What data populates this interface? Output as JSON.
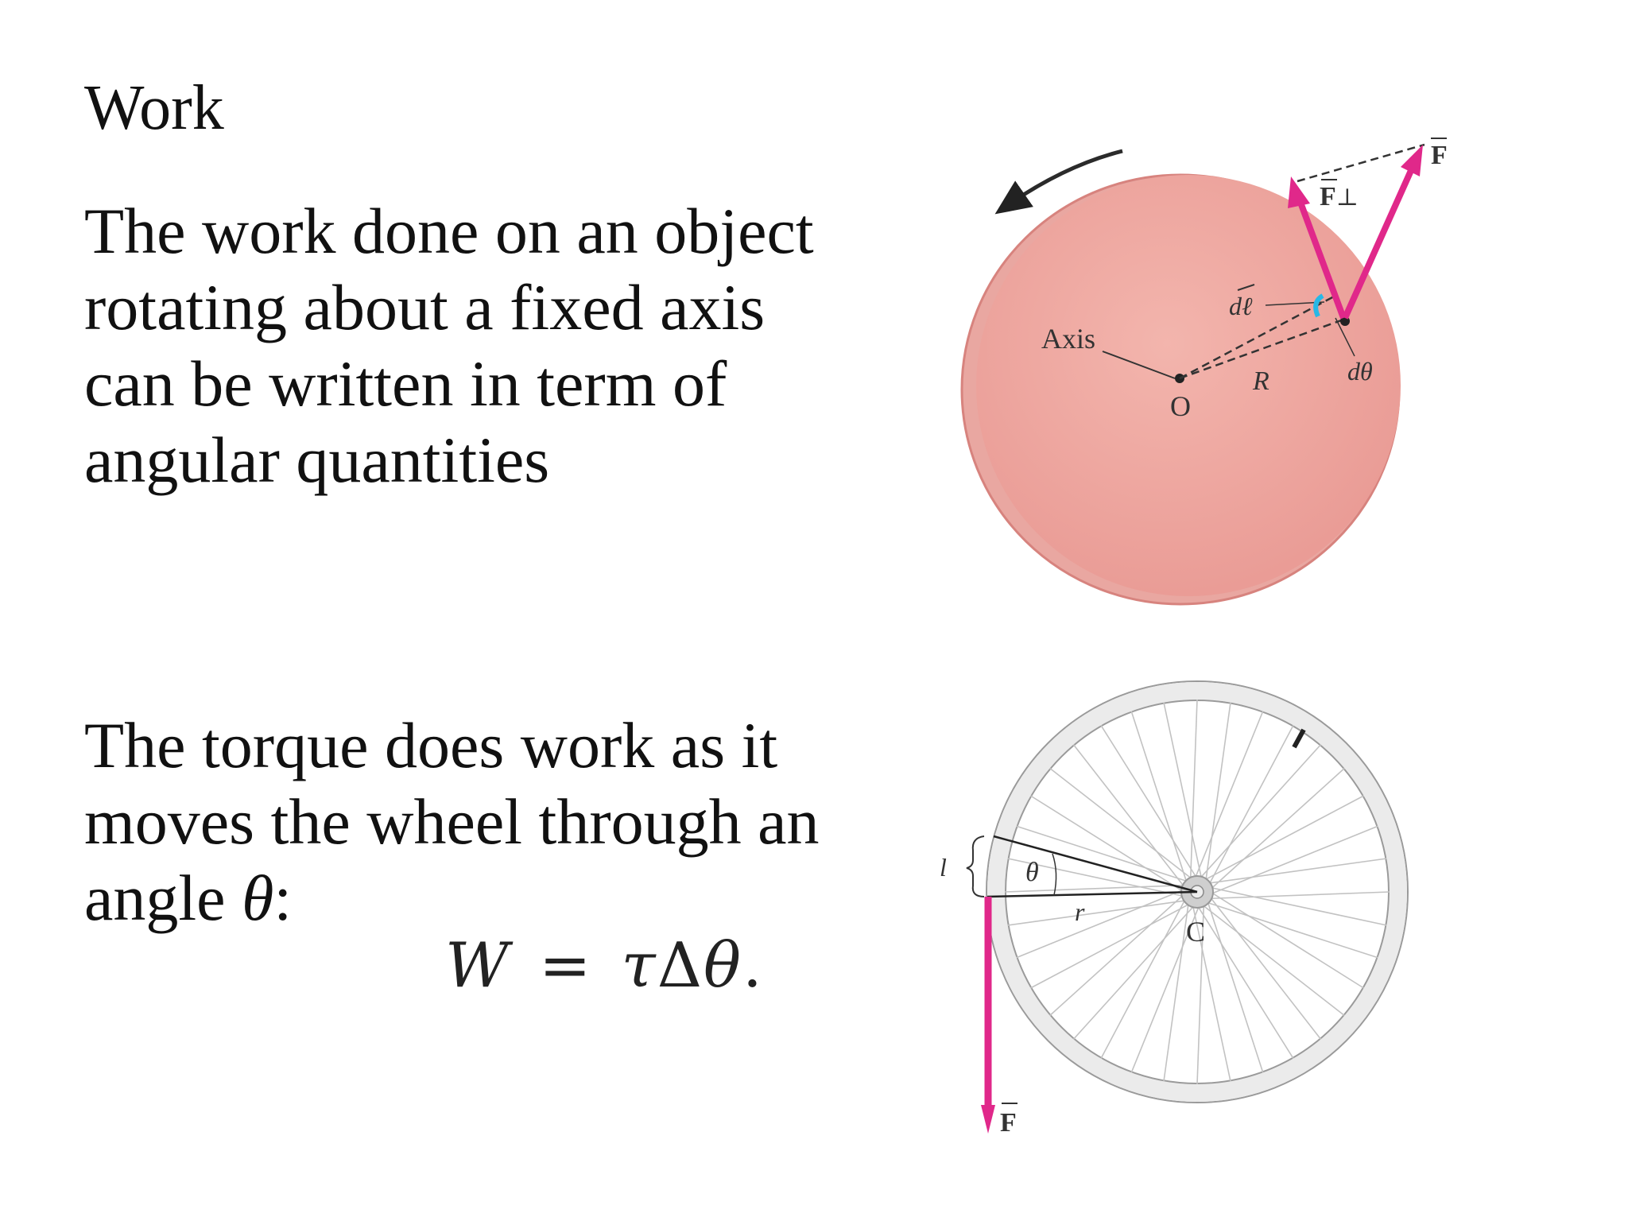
{
  "slide": {
    "title": "Work",
    "paragraph1": {
      "lines": [
        "The work done on an object",
        "rotating about a fixed axis",
        "can be written in term of",
        "angular quantities"
      ]
    },
    "paragraph2": {
      "lines": [
        "The torque does work as it",
        "moves the wheel through an"
      ],
      "last_line_prefix": "angle ",
      "last_line_symbol": "θ",
      "last_line_suffix": ":"
    },
    "equation": {
      "lhs": "W",
      "equals": "=",
      "rhs_tau": "τ",
      "rhs_delta": "Δ",
      "rhs_theta": "θ",
      "rhs_end": "."
    }
  },
  "figure_disk": {
    "label_axis": "Axis",
    "label_origin": "O",
    "label_radius": "R",
    "label_dl_base": "dℓ",
    "label_dtheta": "dθ",
    "label_f_perp_base": "F",
    "label_perp": "⊥",
    "label_force": "F",
    "colors": {
      "disk": "#eea69f",
      "disk_edge": "#d7837e",
      "force": "#e0288a",
      "angle_marker": "#27b8e6"
    }
  },
  "figure_wheel": {
    "label_center": "C",
    "label_radius": "r",
    "label_angle": "θ",
    "label_length": "l",
    "label_force": "F",
    "colors": {
      "rim": "#e9e9e9",
      "rim_edge": "#9a9a9a",
      "spokes": "#bdbdbd",
      "force": "#e0288a"
    }
  }
}
